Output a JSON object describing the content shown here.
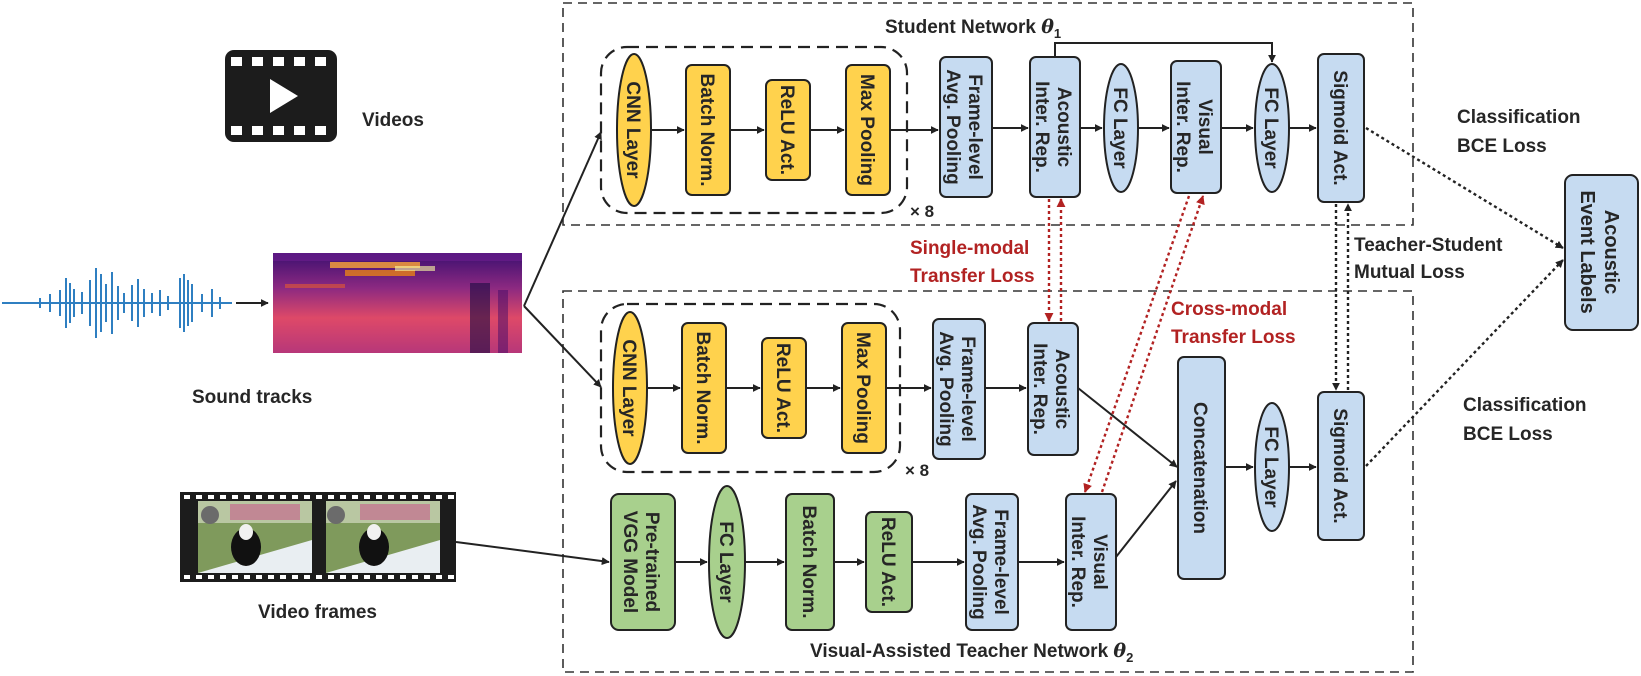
{
  "inputs": {
    "videos": "Videos",
    "sound_tracks": "Sound tracks",
    "video_frames": "Video frames"
  },
  "student": {
    "title": "Student Network",
    "theta": "θ",
    "sub": "1",
    "repeat": "× 8",
    "blocks": {
      "cnn": "CNN Layer",
      "bn": "Batch Norm.",
      "relu": "ReLU Act.",
      "maxpool": "Max Pooling",
      "pool": [
        "Frame-level",
        "Avg. Pooling"
      ],
      "acoustic": [
        "Acoustic",
        "Inter. Rep."
      ],
      "fc1": "FC Layer",
      "visual": [
        "Visual",
        "Inter. Rep."
      ],
      "fc2": "FC Layer",
      "sigmoid": "Sigmoid Act."
    }
  },
  "teacher": {
    "title": "Visual-Assisted Teacher Network",
    "theta": "θ",
    "sub": "2",
    "repeat": "× 8",
    "audio_blocks": {
      "cnn": "CNN Layer",
      "bn": "Batch Norm.",
      "relu": "ReLU Act.",
      "maxpool": "Max Pooling",
      "pool": [
        "Frame-level",
        "Avg. Pooling"
      ],
      "acoustic": [
        "Acoustic",
        "Inter. Rep."
      ]
    },
    "visual_blocks": {
      "vgg": [
        "Pre-trained",
        "VGG Model"
      ],
      "fc": "FC Layer",
      "bn": "Batch Norm.",
      "relu": "ReLU Act.",
      "pool": [
        "Frame-level",
        "Avg. Pooling"
      ],
      "visual": [
        "Visual",
        "Inter. Rep."
      ]
    },
    "concat": "Concatenation",
    "fc": "FC Layer",
    "sigmoid": "Sigmoid Act."
  },
  "losses": {
    "single_modal": [
      "Single-modal",
      "Transfer Loss"
    ],
    "cross_modal": [
      "Cross-modal",
      "Transfer Loss"
    ],
    "mutual": [
      "Teacher-Student",
      "Mutual Loss"
    ],
    "bce_top": [
      "Classification",
      "BCE Loss"
    ],
    "bce_bottom": [
      "Classification",
      "BCE Loss"
    ]
  },
  "output": [
    "Acoustic",
    "Event Labels"
  ],
  "colors": {
    "yellow": "#ffd24d",
    "blue": "#c6dbf1",
    "green": "#a8d08d",
    "loss_red": "#b22222",
    "text": "#262626"
  },
  "icons": [
    "video-icon",
    "waveform",
    "spectrogram",
    "filmstrip"
  ]
}
